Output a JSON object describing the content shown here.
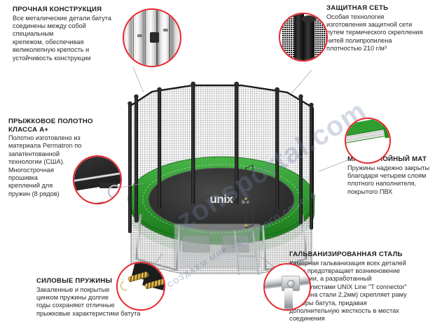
{
  "watermark": {
    "site": "zonsportal.com",
    "tagline": "СОЗДАЕМ МИР ЗДОРОВОГО СПОРТА"
  },
  "product": {
    "brand_logo": "unix",
    "brand_logo_sub": "line",
    "pad_color": "#2f9a2f",
    "accent_color": "#e8272c",
    "mat_color": "#333333",
    "pole_color": "#1a1a1a"
  },
  "callouts": [
    {
      "id": "strong-construction",
      "title": "ПРОЧНАЯ КОНСТРУКЦИЯ",
      "body": "Все металические детали батута\nсоединены между собой специальным\nкрепежом, обеспечивая\nвеликолепную крепость и\nустойчивость конструкции",
      "position": "top-left",
      "icon": "frame-bracket-icon"
    },
    {
      "id": "protective-net",
      "title": "ЗАЩИТНАЯ СЕТЬ",
      "body": "Особая технология\nизготовления защитной сети\nпутем термического скрепления\nнитей полипропилена\nплотностью 210 г/м³",
      "position": "top-right",
      "icon": "net-weave-icon"
    },
    {
      "id": "jump-mat",
      "title": "ПРЫЖКОВОЕ ПОЛОТНО\nКЛАССА A+",
      "body": "Полотно изготовлено из\nматериала Permatron по\nзапатентованной\nтехнологии (США).\nМногострочная\nпрошивка\nкреплений для\nпружин (8 рядов)",
      "position": "middle-left",
      "icon": "jump-mat-icon"
    },
    {
      "id": "multilayer-mat",
      "title": "МНОГОСЛОЙНЫЙ МАТ",
      "body": "Пружины надежно закрыты\nблагодаря четырем слоям\nплотного наполнителя,\nпокрытого ПВХ",
      "position": "middle-right",
      "icon": "multilayer-mat-icon"
    },
    {
      "id": "power-springs",
      "title": "СИЛОВЫЕ ПРУЖИНЫ",
      "body": "Закаленные и покрытые\nцинком пружины долгие\nгоды сохраняют отличные\nпрыжковые характеристики батута",
      "position": "bottom-left",
      "icon": "spring-icon"
    },
    {
      "id": "galvanized-steel",
      "title": "ГАЛЬВАНИЗИРОВАННАЯ СТАЛЬ",
      "body": "Камерная гальванизация всех деталей\nрамы предотвращает возникновение\nкоррозии, а разработанный\nспециалистами  UNIX Line \"T connector\"\n(толщина стали 2,2мм) скрепляет раму\nи опоры батута, придавая\nдополнительную жесткость в местах\nсоединения",
      "position": "bottom-right",
      "icon": "t-connector-icon"
    }
  ]
}
